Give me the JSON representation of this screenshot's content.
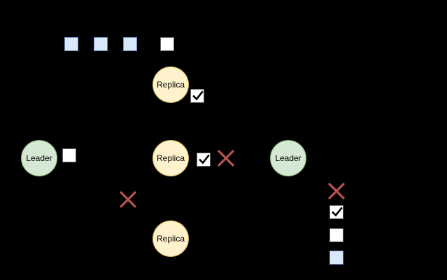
{
  "colors": {
    "background": "#000000",
    "replica_fill": "#fff2cc",
    "replica_stroke": "#d6b656",
    "leader_fill": "#d5e8d4",
    "leader_stroke": "#82b366",
    "entry_fill": "#dae8fc",
    "entry_stroke": "#6c8ebf",
    "cross": "#b85450"
  },
  "nodes": {
    "replica_top": "Replica",
    "replica_middle": "Replica",
    "replica_bottom": "Replica",
    "leader_left": "Leader",
    "leader_right": "Leader"
  },
  "icons": {
    "check": "check-icon",
    "cross": "cross-icon"
  }
}
